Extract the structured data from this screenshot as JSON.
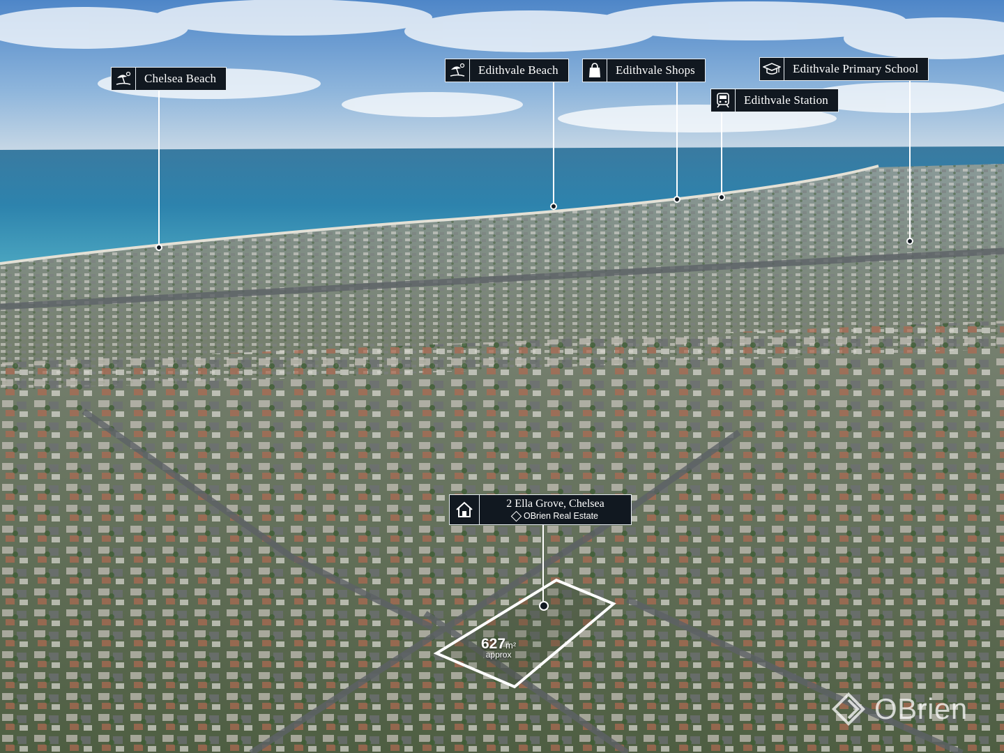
{
  "poi_labels": [
    {
      "id": "chelsea-beach",
      "name": "Chelsea Beach",
      "icon": "beach-umbrella-icon"
    },
    {
      "id": "edithvale-beach",
      "name": "Edithvale Beach",
      "icon": "beach-umbrella-icon"
    },
    {
      "id": "edithvale-shops",
      "name": "Edithvale Shops",
      "icon": "shopping-bag-icon"
    },
    {
      "id": "edithvale-primary-school",
      "name": "Edithvale Primary School",
      "icon": "graduation-cap-icon"
    },
    {
      "id": "edithvale-station",
      "name": "Edithvale Station",
      "icon": "train-icon"
    }
  ],
  "property": {
    "address": "2 Ella Grove, Chelsea",
    "agent": "OBrien Real Estate",
    "icon": "house-icon",
    "area_value": "627",
    "area_unit": "m²",
    "area_note": "approx"
  },
  "watermark": {
    "text": "OBrien"
  },
  "colors": {
    "label_bg": "#111820",
    "label_border": "#e8eef3",
    "leader": "#ffffff"
  }
}
